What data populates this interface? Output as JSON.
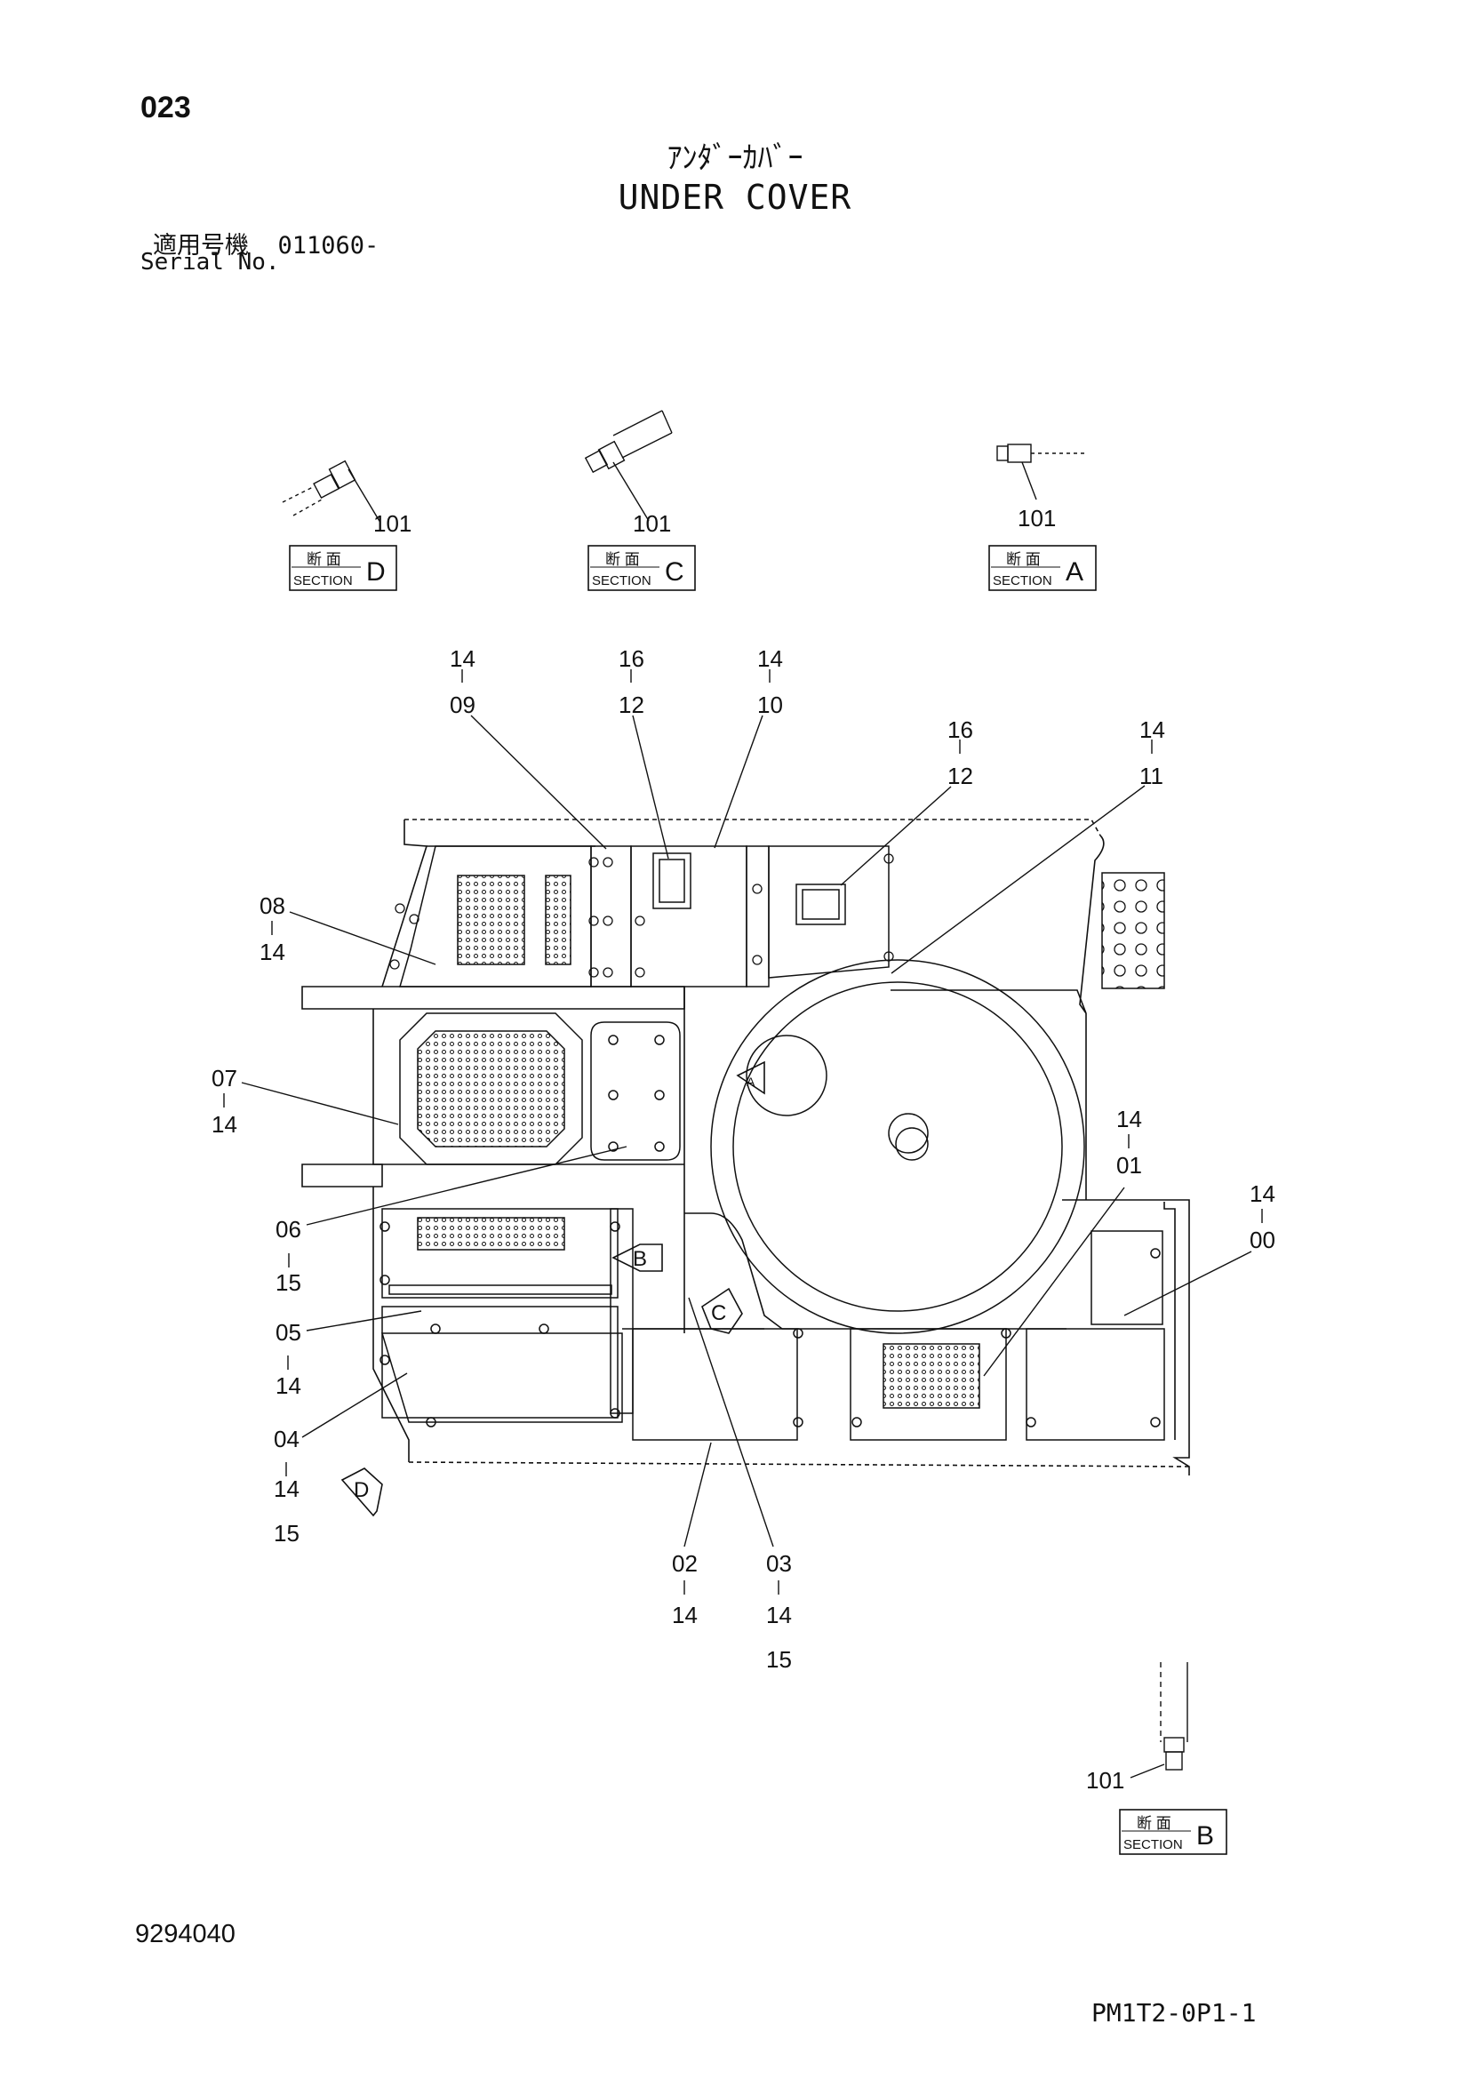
{
  "header": {
    "page_number": "023",
    "title_jp": "ｱﾝﾀﾞｰｶﾊﾞｰ",
    "title_en": "UNDER COVER",
    "serial_jp_label": "適用号機",
    "serial_value": "011060-",
    "serial_en_label": "Serial No."
  },
  "sections": [
    {
      "id": "D",
      "jp": "断 面",
      "en": "SECTION",
      "part": "101"
    },
    {
      "id": "C",
      "jp": "断 面",
      "en": "SECTION",
      "part": "101"
    },
    {
      "id": "A",
      "jp": "断 面",
      "en": "SECTION",
      "part": "101"
    },
    {
      "id": "B",
      "jp": "断 面",
      "en": "SECTION",
      "part": "101"
    }
  ],
  "callouts": {
    "c09": [
      "14",
      "09"
    ],
    "c12a": [
      "16",
      "12"
    ],
    "c10": [
      "14",
      "10"
    ],
    "c12b": [
      "16",
      "12"
    ],
    "c11": [
      "14",
      "11"
    ],
    "c08": [
      "08",
      "14"
    ],
    "c07": [
      "07",
      "14"
    ],
    "c01": [
      "14",
      "01"
    ],
    "c00": [
      "14",
      "00"
    ],
    "c06": [
      "06",
      "15"
    ],
    "c05": [
      "05",
      "14"
    ],
    "c04": [
      "04",
      "14",
      "15"
    ],
    "c02": [
      "02",
      "14"
    ],
    "c03": [
      "03",
      "14",
      "15"
    ]
  },
  "view_markers": {
    "A": "A",
    "B": "B",
    "C": "C",
    "D": "D"
  },
  "footer": {
    "document_number": "9294040",
    "reference_code": "PM1T2-0P1-1"
  }
}
